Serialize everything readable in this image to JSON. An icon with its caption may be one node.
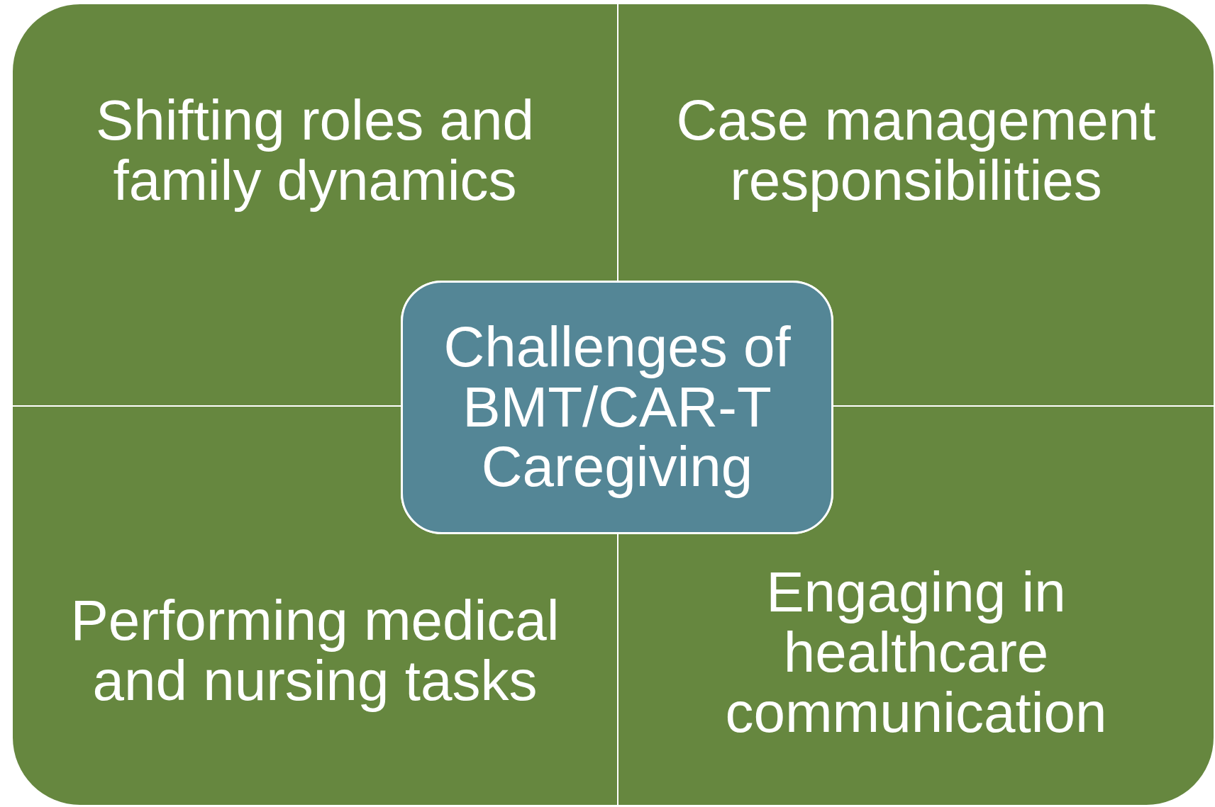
{
  "diagram": {
    "nodes": [
      {
        "text": [
          "Shifting roles and family dynamics"
        ]
      },
      {
        "text": [
          "Case management responsibilities"
        ]
      },
      {
        "text": [
          "Challenges of BMT/CAR-T Caregiving"
        ]
      },
      {
        "text": [
          "Performing medical and nursing tasks"
        ]
      },
      {
        "text": [
          "Engaging in healthcare communication"
        ]
      }
    ]
  }
}
